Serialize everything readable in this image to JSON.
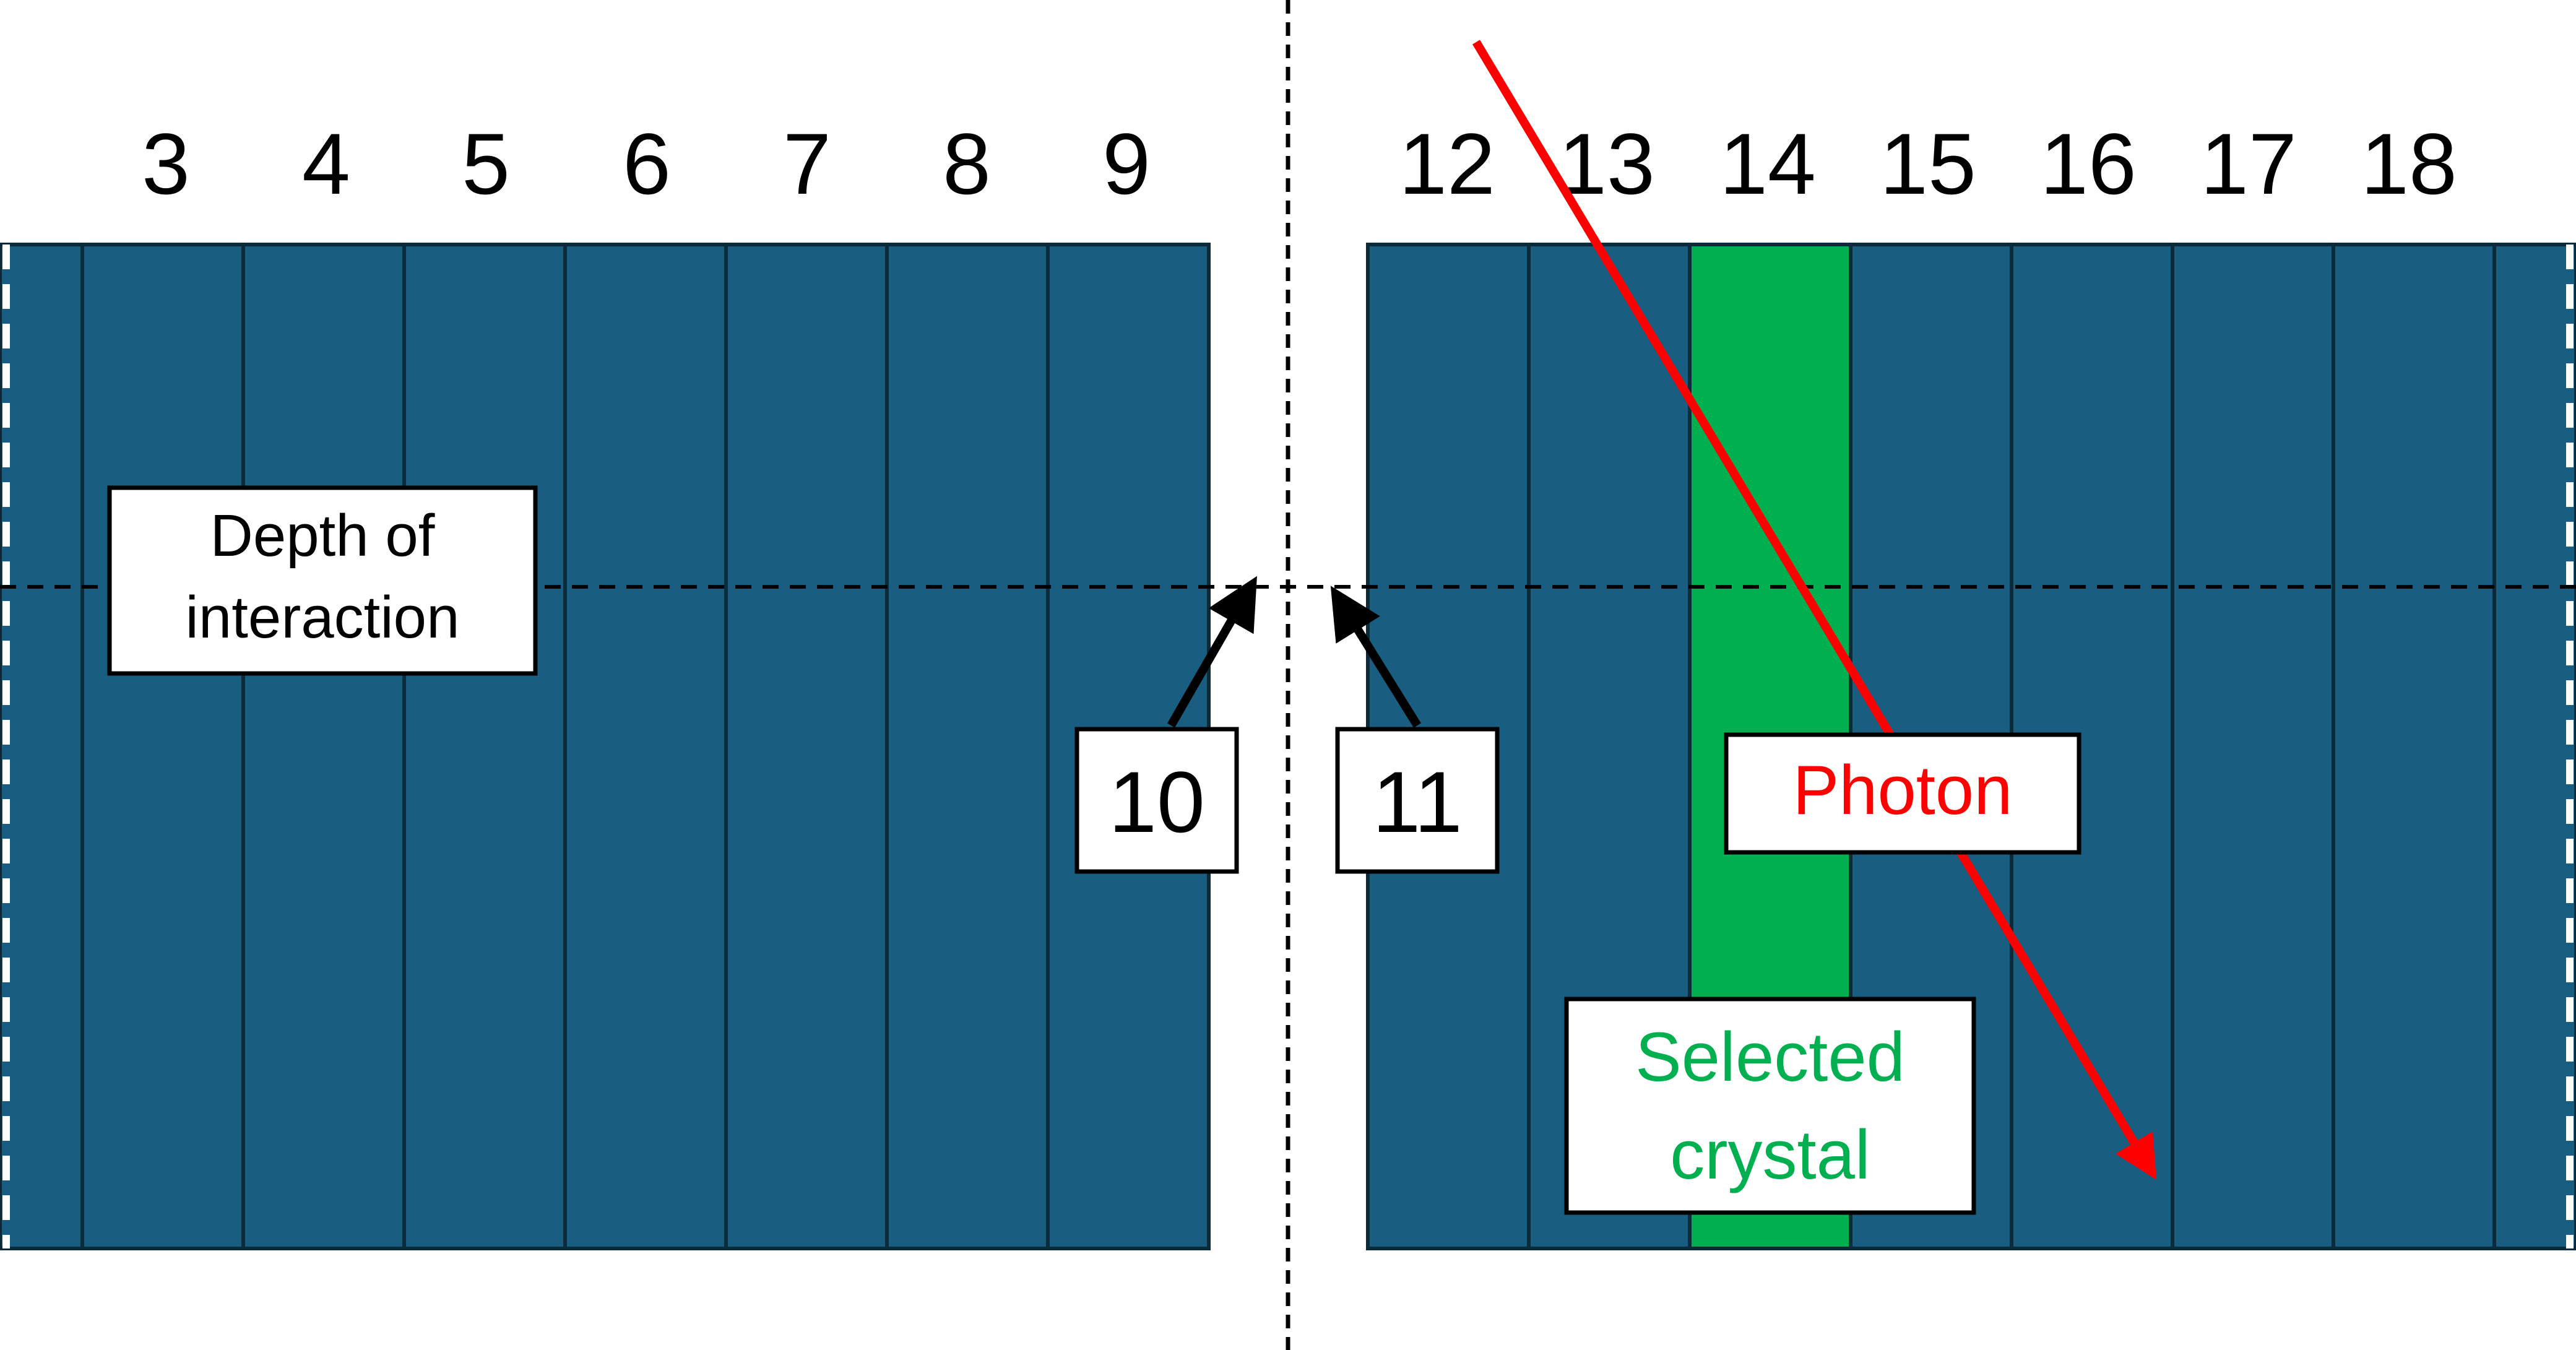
{
  "left_module": {
    "crystal_numbers": [
      "3",
      "4",
      "5",
      "6",
      "7",
      "8",
      "9"
    ]
  },
  "right_module": {
    "crystal_numbers": [
      "12",
      "13",
      "14",
      "15",
      "16",
      "17",
      "18"
    ],
    "selected_crystal": "14"
  },
  "gap_labels": {
    "left_edge": "10",
    "right_edge": "11"
  },
  "callouts": {
    "depth_of_interaction_line1": "Depth of",
    "depth_of_interaction_line2": "interaction",
    "photon": "Photon",
    "selected_crystal_line1": "Selected",
    "selected_crystal_line2": "crystal"
  },
  "colors": {
    "crystal": "#195e81",
    "crystal_border": "#0b2a3a",
    "selected_crystal": "#00b050",
    "photon": "#ff0000",
    "text": "#000000",
    "dashed_line": "#000000"
  }
}
